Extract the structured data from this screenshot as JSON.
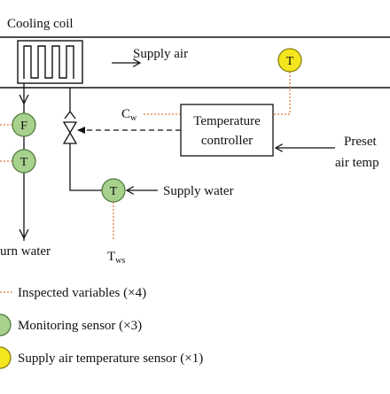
{
  "colors": {
    "line": "#111111",
    "inspected": "#e07a3c",
    "monitoring_fill": "#a9d18e",
    "monitoring_stroke": "#4f7a3c",
    "supply_air_fill": "#f4e61e",
    "supply_air_stroke": "#8a7f10"
  },
  "diagram": {
    "cooling_coil": "Cooling coil",
    "supply_air": "Supply air",
    "controller_line1": "Temperature",
    "controller_line2": "controller",
    "preset_line1": "Preset",
    "preset_line2": "air temp",
    "return_water": "urn water",
    "supply_water": "Supply water",
    "cw_main": "C",
    "cw_sub": "w",
    "tws_main": "T",
    "tws_sub": "ws",
    "sensor_flow": "F",
    "sensor_temp": "T",
    "sensor_supply_water": "T",
    "sensor_supply_air": "T"
  },
  "legend": {
    "inspected": "Inspected variables (×4)",
    "monitoring": "Monitoring sensor (×3)",
    "supply_air": "Supply air temperature sensor (×1)"
  }
}
